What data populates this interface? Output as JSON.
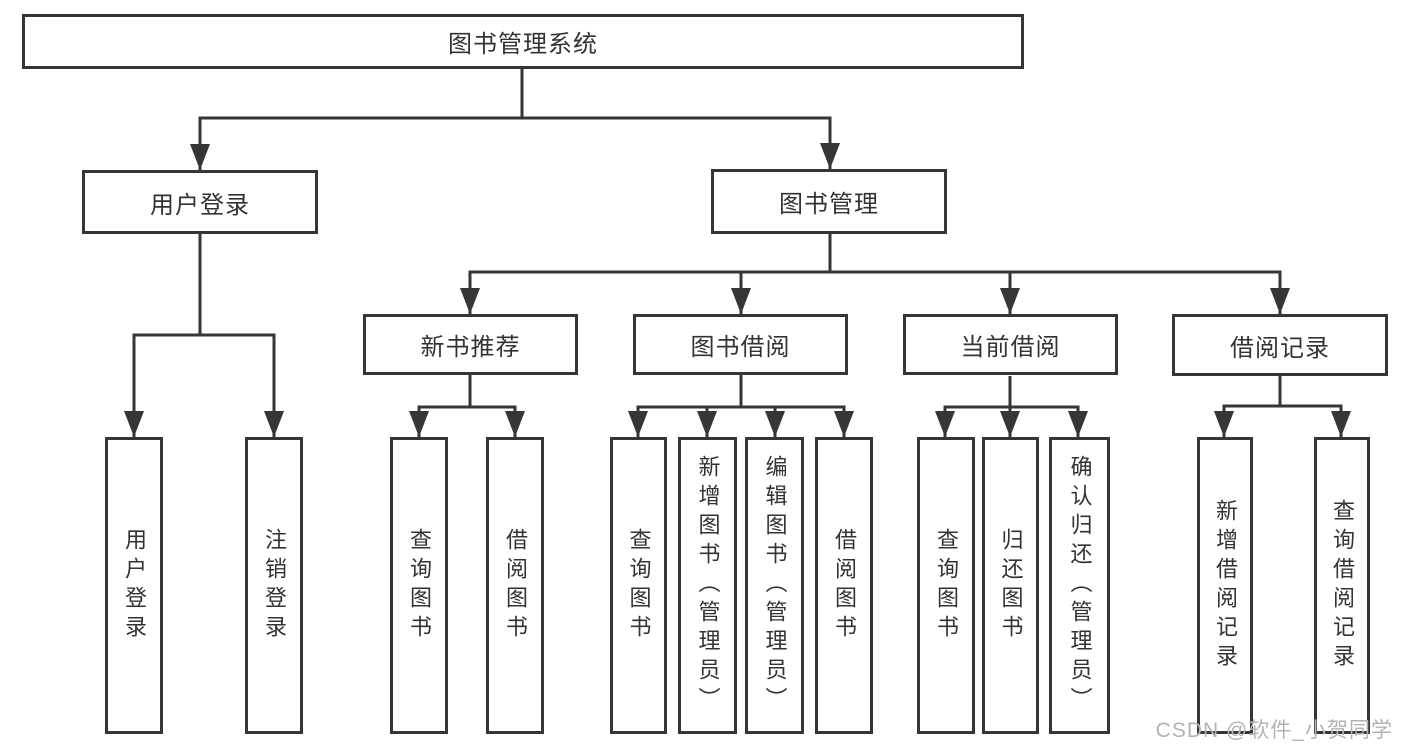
{
  "diagram": {
    "root": {
      "label": "图书管理系统"
    },
    "level2": {
      "user_login": {
        "label": "用户登录"
      },
      "book_mgmt": {
        "label": "图书管理"
      }
    },
    "level3": {
      "new_books": {
        "label": "新书推荐"
      },
      "book_borrow": {
        "label": "图书借阅"
      },
      "current_borrow": {
        "label": "当前借阅"
      },
      "borrow_records": {
        "label": "借阅记录"
      }
    },
    "leaves": {
      "user_login": {
        "label": "用户登录"
      },
      "logout": {
        "label": "注销登录"
      },
      "nb_query_books": {
        "label": "查询图书"
      },
      "nb_borrow_books": {
        "label": "借阅图书"
      },
      "bb_query_books": {
        "label": "查询图书"
      },
      "bb_add_books": {
        "label": "新增图书（管理员）"
      },
      "bb_edit_books": {
        "label": "编辑图书（管理员）"
      },
      "bb_borrow_books": {
        "label": "借阅图书"
      },
      "cb_query_books": {
        "label": "查询图书"
      },
      "cb_return_books": {
        "label": "归还图书"
      },
      "cb_confirm_return": {
        "label": "确认归还（管理员）"
      },
      "rec_add_record": {
        "label": "新增借阅记录"
      },
      "rec_query_record": {
        "label": "查询借阅记录"
      }
    }
  },
  "watermark": {
    "text": "CSDN @软件_小贺同学"
  },
  "colors": {
    "line": "#363636",
    "box_border": "#363636",
    "text": "#333333",
    "watermark": "#b3b3b3",
    "background": "#ffffff"
  }
}
